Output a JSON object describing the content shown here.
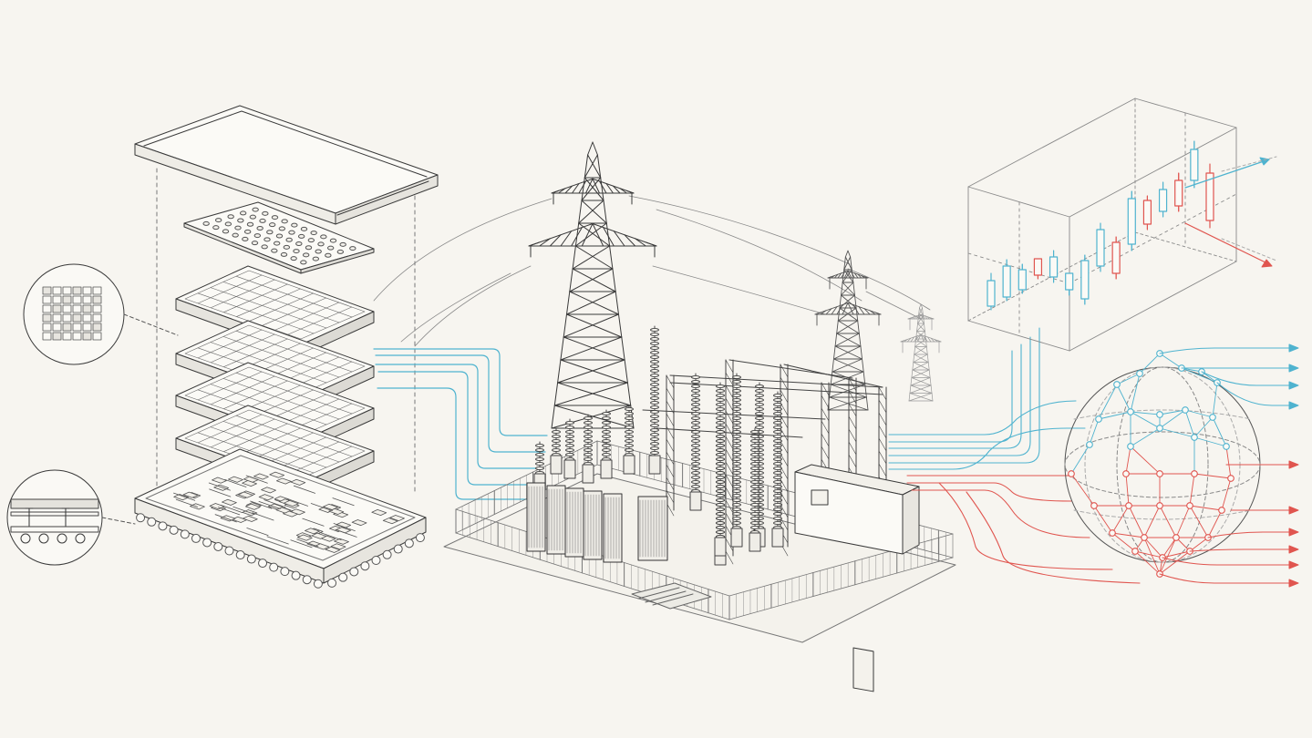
{
  "colors": {
    "background": "#f7f5f0",
    "ink": "#3a3a3a",
    "ink_light": "#9a9a9a",
    "blue": "#4fb3cf",
    "red": "#e0554f"
  },
  "icons": [
    "exploded-chip-stack-icon",
    "die-detail-loupe-icon",
    "bump-cross-section-loupe-icon",
    "transmission-tower-icon",
    "electrical-substation-icon",
    "control-building-icon",
    "candlestick-chart-box-icon",
    "network-globe-icon"
  ],
  "chart_data": {
    "type": "candlestick",
    "title": "",
    "xlabel": "",
    "ylabel": "",
    "candles": [
      {
        "low": 300,
        "open": 308,
        "close": 336,
        "high": 340,
        "color": "blue"
      },
      {
        "low": 285,
        "open": 292,
        "close": 326,
        "high": 330,
        "color": "blue"
      },
      {
        "low": 290,
        "open": 296,
        "close": 318,
        "high": 322,
        "color": "blue"
      },
      {
        "low": 295,
        "open": 302,
        "close": 284,
        "high": 306,
        "color": "red"
      },
      {
        "low": 275,
        "open": 282,
        "close": 304,
        "high": 310,
        "color": "blue"
      },
      {
        "low": 312,
        "open": 318,
        "close": 300,
        "high": 324,
        "color": "blue"
      },
      {
        "low": 280,
        "open": 286,
        "close": 328,
        "high": 334,
        "color": "blue"
      },
      {
        "low": 245,
        "open": 252,
        "close": 292,
        "high": 298,
        "color": "blue"
      },
      {
        "low": 260,
        "open": 266,
        "close": 300,
        "high": 306,
        "color": "red"
      },
      {
        "low": 210,
        "open": 218,
        "close": 268,
        "high": 275,
        "color": "blue"
      },
      {
        "low": 215,
        "open": 220,
        "close": 246,
        "high": 252,
        "color": "red"
      },
      {
        "low": 200,
        "open": 208,
        "close": 232,
        "high": 238,
        "color": "blue"
      },
      {
        "low": 190,
        "open": 198,
        "close": 226,
        "high": 232,
        "color": "red"
      },
      {
        "low": 155,
        "open": 164,
        "close": 198,
        "high": 206,
        "color": "blue"
      },
      {
        "low": 180,
        "open": 190,
        "close": 242,
        "high": 250,
        "color": "red"
      }
    ]
  }
}
